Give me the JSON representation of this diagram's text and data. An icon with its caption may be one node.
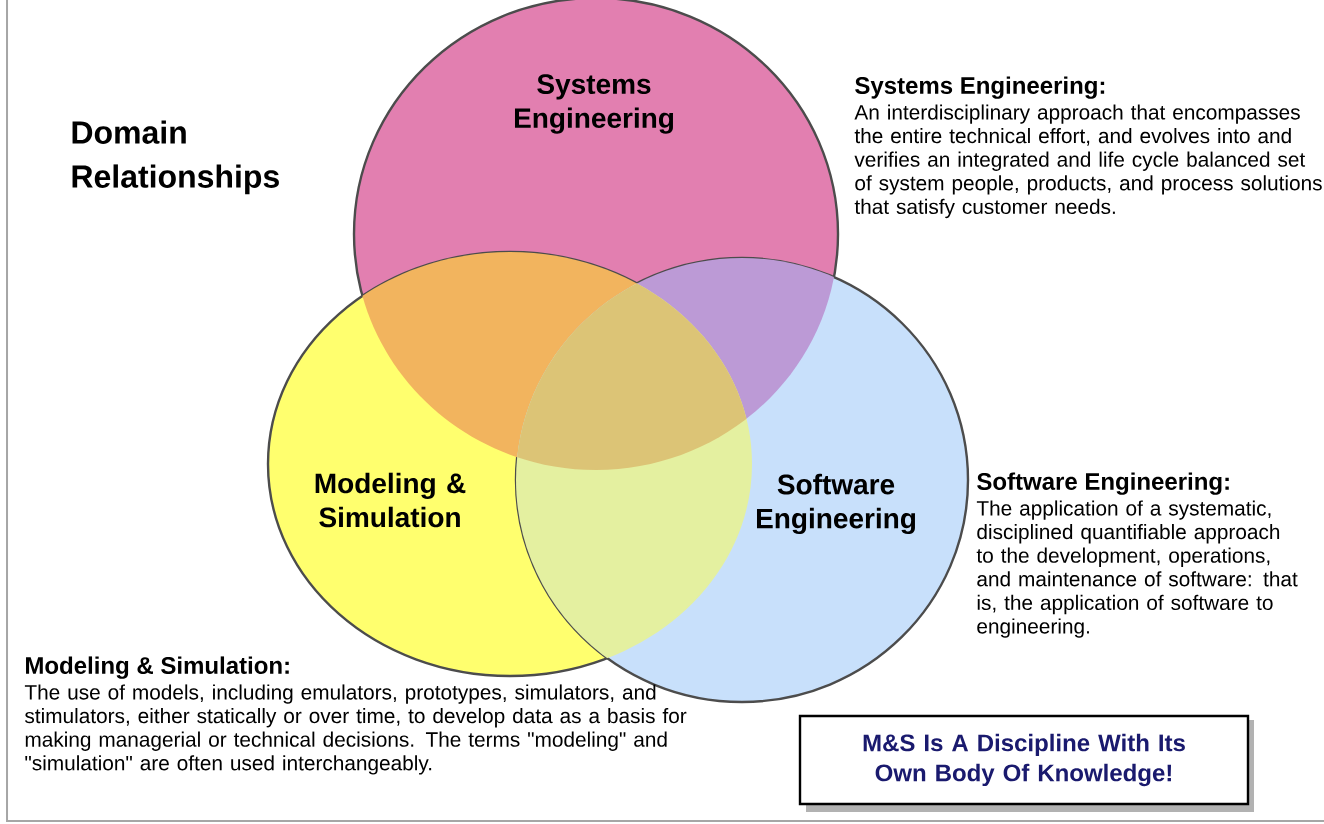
{
  "diagram": {
    "title": "Domain Relationships",
    "nodes": [
      {
        "text": [
          "Systems Engineering"
        ],
        "beside": [
          "Systems Engineering:",
          "An interdisciplinary approach that encompasses the entire technical effort, and evolves into and verifies an integrated and life cycle balanced set of system people, products, and process solutions that satisfy customer needs."
        ]
      },
      {
        "text": [
          "Modeling & Simulation"
        ],
        "beside": [
          "Modeling & Simulation:",
          "The use of models, including emulators, prototypes, simulators, and stimulators, either statically or over time, to develop data as a basis for making managerial or technical decisions. The terms \"modeling\" and \"simulation\" are often used interchangeably."
        ]
      },
      {
        "text": [
          "Software Engineering"
        ],
        "beside": [
          "Software Engineering:",
          "The application of a systematic, disciplined quantifiable approach to the development, operations, and maintenance of software: that is, the application of software to engineering."
        ]
      },
      {
        "text": [
          "M&S Is A Discipline With Its Own Body Of Knowledge!"
        ]
      }
    ]
  }
}
